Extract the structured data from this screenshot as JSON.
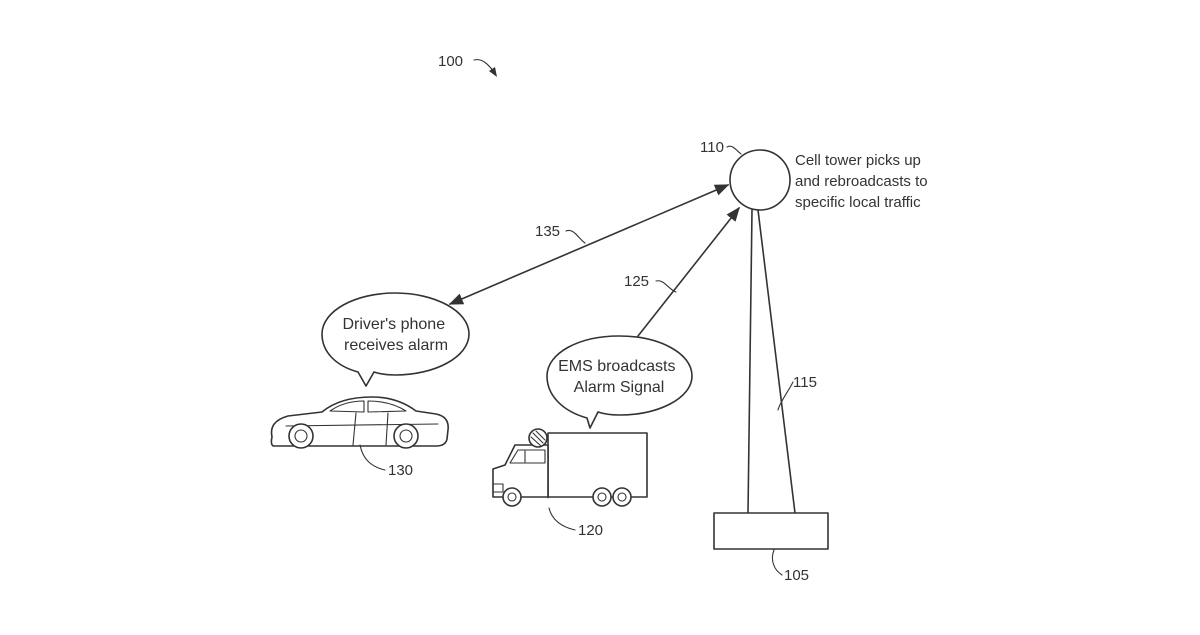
{
  "figure": {
    "ref_overall": "100",
    "tower": {
      "ref_antenna": "110",
      "ref_mast": "115",
      "ref_base": "105",
      "note_lines": [
        "Cell tower picks up",
        "and rebroadcasts to",
        "specific local traffic"
      ]
    },
    "links": {
      "ref_tower_to_car": "135",
      "ref_ems_to_tower": "125"
    },
    "car": {
      "ref": "130",
      "bubble_lines": [
        "Driver's phone",
        "receives alarm"
      ]
    },
    "ems": {
      "ref": "120",
      "bubble_lines": [
        "EMS broadcasts",
        "Alarm Signal"
      ]
    }
  }
}
